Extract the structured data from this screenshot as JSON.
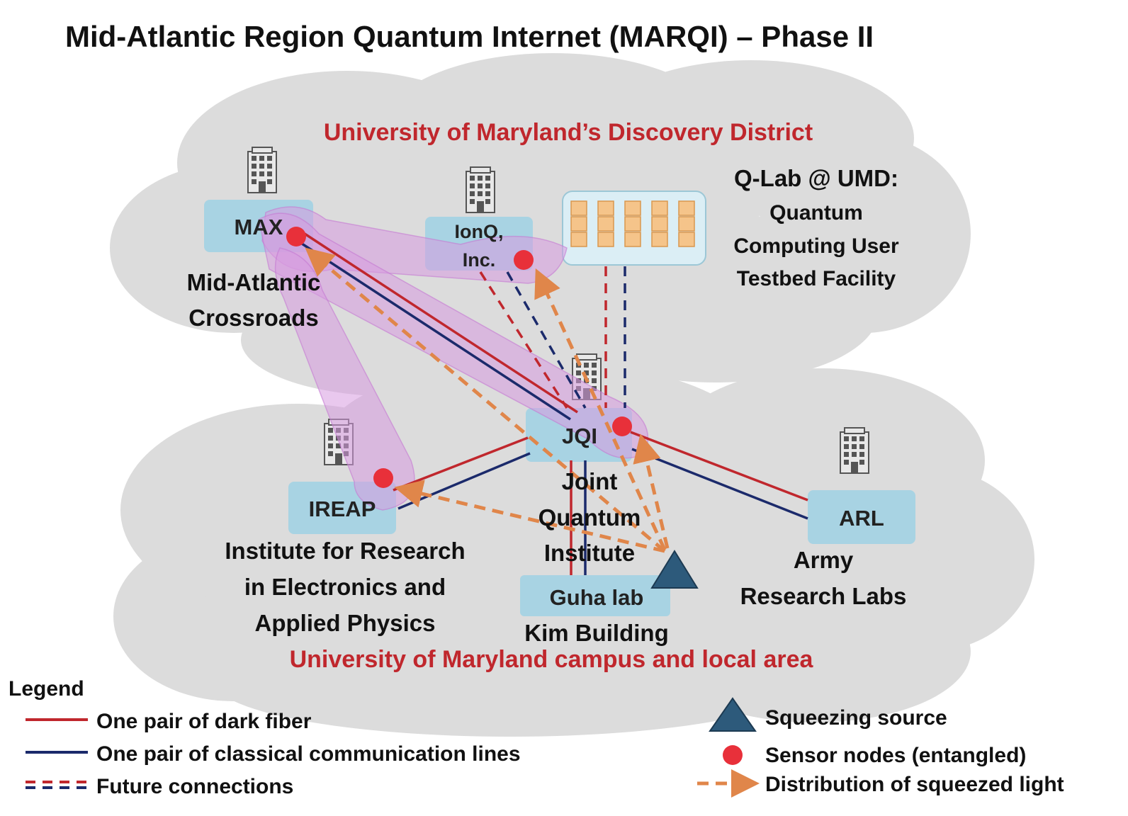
{
  "title": "Mid-Atlantic Region Quantum Internet (MARQI) – Phase II",
  "regions": {
    "top": "University of Maryland’s Discovery District",
    "bottom": "University of Maryland campus and local area"
  },
  "nodes": {
    "max": {
      "label": "MAX",
      "desc": [
        "Mid-Atlantic",
        "Crossroads"
      ]
    },
    "ionq": {
      "label": [
        "IonQ,",
        "Inc."
      ]
    },
    "qlab": {
      "title": "Q-Lab @ UMD:",
      "desc": [
        "Quantum",
        "Computing User",
        "Testbed Facility"
      ]
    },
    "jqi": {
      "label": "JQI",
      "desc": [
        "Joint",
        "Quantum",
        "Institute"
      ]
    },
    "ireap": {
      "label": "IREAP",
      "desc": [
        "Institute for Research",
        "in Electronics and",
        "Applied Physics"
      ]
    },
    "arl": {
      "label": "ARL",
      "desc": [
        "Army",
        "Research Labs"
      ]
    },
    "guha": {
      "label": "Guha lab",
      "desc": "Kim Building"
    }
  },
  "legend": {
    "title": "Legend",
    "dark_fiber": "One pair of dark fiber",
    "classical": "One pair of classical communication lines",
    "future": "Future connections",
    "squeezing": "Squeezing source",
    "sensors": "Sensor nodes (entangled)",
    "distribution": "Distribution of squeezed light"
  },
  "colors": {
    "dark_fiber": "#c0272d",
    "classical": "#1b2a6b",
    "squeezed_light": "#e0864a",
    "sensor": "#e8303a",
    "squeezing_source": "#2d5a7b",
    "node_box": "#a8d3e3",
    "cloud": "#dcdcdc",
    "entanglement_halo": "#d79be0"
  }
}
